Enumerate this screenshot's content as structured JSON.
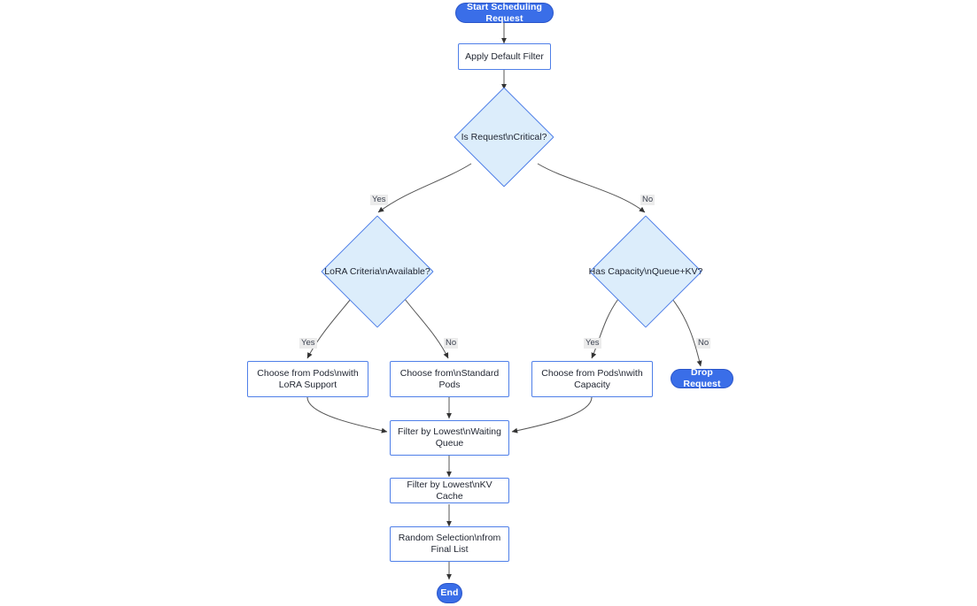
{
  "diagram": {
    "title": "Scheduling Request Flowchart",
    "type": "flowchart",
    "direction": "top-down",
    "colors": {
      "terminal_fill": "#3a6ee8",
      "terminal_border": "#2a55c9",
      "terminal_text": "#ffffff",
      "process_fill": "#ffffff",
      "process_border": "#4f7fe8",
      "decision_fill": "#dcedfb",
      "decision_border": "#4f7fe8",
      "node_text": "#1f2430",
      "edge_stroke": "#555555",
      "edge_label_bg": "#ececec",
      "background": "#ffffff"
    }
  },
  "nodes": {
    "start": {
      "label": "Start Scheduling Request",
      "shape": "stadium"
    },
    "apply_default_filter": {
      "label": "Apply Default Filter",
      "shape": "rect"
    },
    "is_request_critical": {
      "label": "Is Request\\nCritical?",
      "shape": "diamond"
    },
    "lora_criteria_available": {
      "label": "LoRA Criteria\\nAvailable?",
      "shape": "diamond"
    },
    "has_capacity": {
      "label": "Has Capacity\\nQueue+KV?",
      "shape": "diamond"
    },
    "choose_lora_pods": {
      "label": "Choose from Pods\\nwith LoRA Support",
      "shape": "rect"
    },
    "choose_standard_pods": {
      "label": "Choose from\\nStandard Pods",
      "shape": "rect"
    },
    "choose_capacity_pods": {
      "label": "Choose from Pods\\nwith Capacity",
      "shape": "rect"
    },
    "drop_request": {
      "label": "Drop Request",
      "shape": "stadium"
    },
    "filter_waiting_queue": {
      "label": "Filter by Lowest\\nWaiting Queue",
      "shape": "rect"
    },
    "filter_kv_cache": {
      "label": "Filter by Lowest\\nKV Cache",
      "shape": "rect"
    },
    "random_selection": {
      "label": "Random Selection\\nfrom Final List",
      "shape": "rect"
    },
    "end": {
      "label": "End",
      "shape": "circle"
    }
  },
  "edge_labels": {
    "critical_yes": "Yes",
    "critical_no": "No",
    "lora_yes": "Yes",
    "lora_no": "No",
    "capacity_yes": "Yes",
    "capacity_no": "No"
  },
  "edges": [
    {
      "from": "start",
      "to": "apply_default_filter",
      "label": ""
    },
    {
      "from": "apply_default_filter",
      "to": "is_request_critical",
      "label": ""
    },
    {
      "from": "is_request_critical",
      "to": "lora_criteria_available",
      "label": "Yes"
    },
    {
      "from": "is_request_critical",
      "to": "has_capacity",
      "label": "No"
    },
    {
      "from": "lora_criteria_available",
      "to": "choose_lora_pods",
      "label": "Yes"
    },
    {
      "from": "lora_criteria_available",
      "to": "choose_standard_pods",
      "label": "No"
    },
    {
      "from": "has_capacity",
      "to": "choose_capacity_pods",
      "label": "Yes"
    },
    {
      "from": "has_capacity",
      "to": "drop_request",
      "label": "No"
    },
    {
      "from": "choose_lora_pods",
      "to": "filter_waiting_queue",
      "label": ""
    },
    {
      "from": "choose_standard_pods",
      "to": "filter_waiting_queue",
      "label": ""
    },
    {
      "from": "choose_capacity_pods",
      "to": "filter_waiting_queue",
      "label": ""
    },
    {
      "from": "filter_waiting_queue",
      "to": "filter_kv_cache",
      "label": ""
    },
    {
      "from": "filter_kv_cache",
      "to": "random_selection",
      "label": ""
    },
    {
      "from": "random_selection",
      "to": "end",
      "label": ""
    }
  ]
}
